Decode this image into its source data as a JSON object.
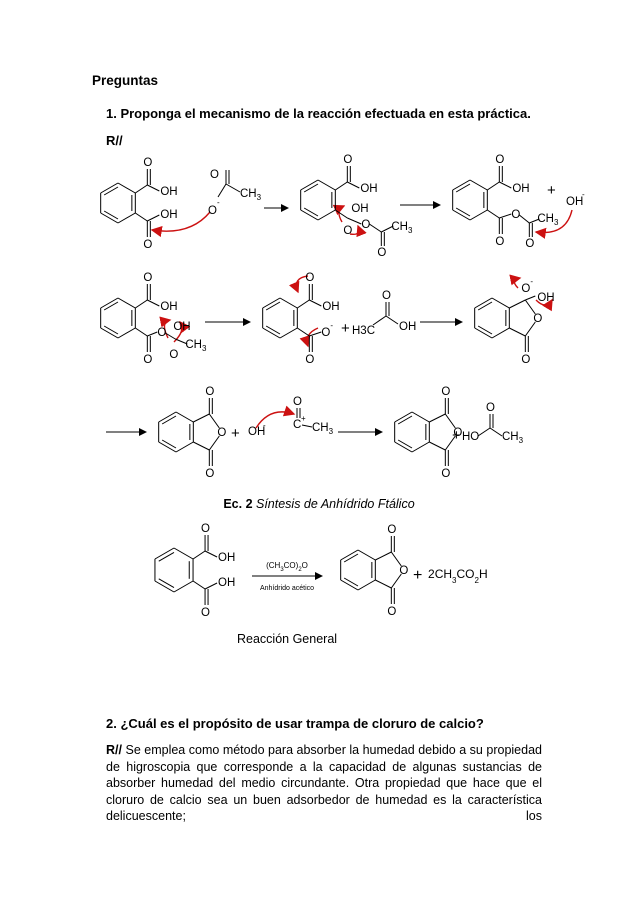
{
  "section_title": "Preguntas",
  "question1": "1.  Proponga el mecanismo de la reacción efectuada en esta práctica.",
  "answer_prefix": "R//",
  "mechanism_labels": {
    "O": "O",
    "OH": "OH",
    "CH3": "CH3",
    "O_minus": "O",
    "OH_minus": "OH",
    "H3C": "H3C",
    "HO": "HO",
    "C_plus": "C",
    "plus": "+",
    "minus": "-"
  },
  "caption_label": "Ec. 2",
  "caption_text": "Síntesis de Anhídrido Ftálico",
  "general_reaction": {
    "reagent": "(CH3CO)2O",
    "reagent_name": "Anhídrido acético",
    "product": "2CH3CO2H",
    "label": "Reacción General"
  },
  "question2": "2.  ¿Cuál es el propósito de usar trampa de cloruro de calcio?",
  "answer2_prefix": "R//",
  "answer2_text": " Se emplea como método para absorber la humedad debido a su propiedad de higroscopia que corresponde a la capacidad de algunas sustancias de absorber humedad del medio circundante. Otra propiedad que hace que el cloruro de calcio sea un buen adsorbedor de humedad es la característica delicuescente; los"
}
